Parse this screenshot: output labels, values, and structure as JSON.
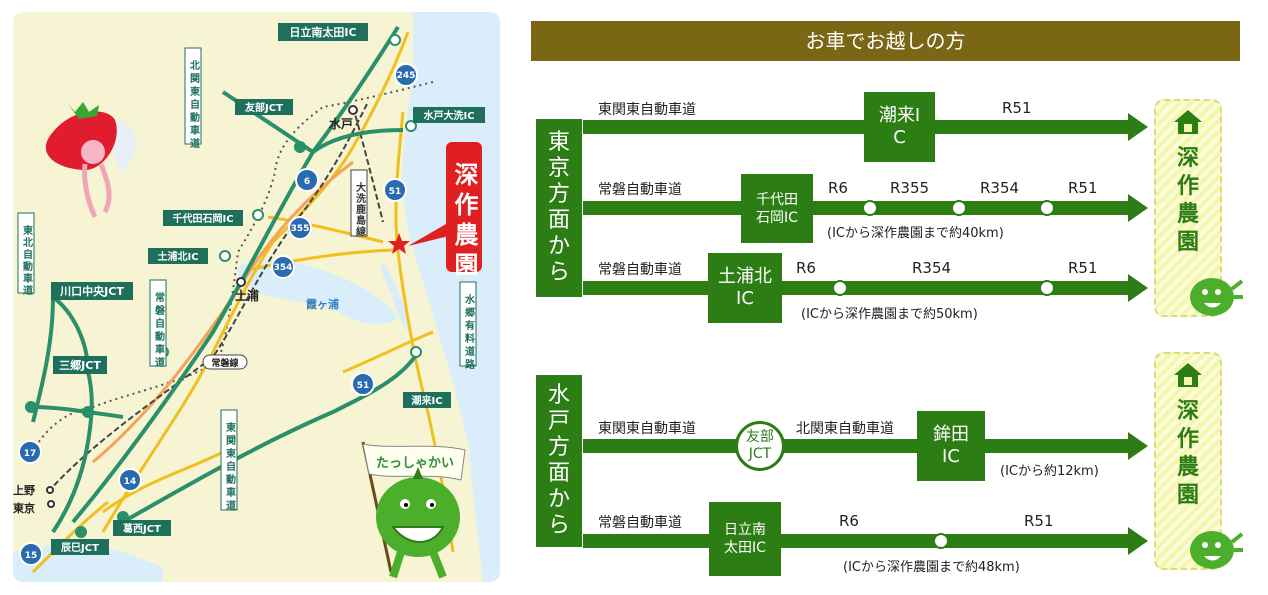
{
  "colors": {
    "green": "#2d7d15",
    "title_bar": "#7a6615",
    "sea": "#d9eefa",
    "land": "#f6f4d2",
    "expressway": "#2a8f6a",
    "road_yellow": "#f0c020",
    "road_orange": "#f3a35a",
    "rail": "#444444",
    "dest_red": "#e02020"
  },
  "map": {
    "farm_label": "深作農園",
    "route_245": "245",
    "route_6": "6",
    "route_51a": "51",
    "route_51b": "51",
    "route_355": "355",
    "route_354": "354",
    "route_17": "17",
    "route_14": "14",
    "route_15": "15",
    "labels": {
      "hitachi_minami_ota_ic": "日立南太田IC",
      "kita_kanto": "北関東自動車道",
      "tomobe_jct": "友部JCT",
      "mito": "水戸",
      "mito_oarai_ic": "水戸大洗IC",
      "oarai_kashima": "大洗鹿島線",
      "chiyoda_ishioka_ic": "千代田石岡IC",
      "tohoku": "東北自動車道",
      "tsuchiura_kita_ic": "土浦北IC",
      "tsuchiura": "土浦",
      "kawaguchi_jct": "川口中央JCT",
      "joban_expwy": "常磐自動車道",
      "kasumigaura": "霞ヶ浦",
      "suigo": "水郷有料道路",
      "misato_jct": "三郷JCT",
      "joban_line": "常磐線",
      "itako_ic": "潮来IC",
      "higashi_kanto": "東関東自動車道",
      "ueno": "上野",
      "tokyo": "東京",
      "kasai_jct": "葛西JCT",
      "tatsumi_jct": "辰巳JCT",
      "banner": "たっしゃかい"
    }
  },
  "panel": {
    "title": "お車でお越しの方",
    "from_tokyo": "東京方面から",
    "from_mito": "水戸方面から",
    "destination": "深作農園",
    "tokyo_routes": [
      {
        "highway": "東関東自動車道",
        "ic": "潮来IC",
        "roads": [
          "R51"
        ]
      },
      {
        "highway": "常磐自動車道",
        "ic": "千代田石岡IC",
        "roads": [
          "R6",
          "R355",
          "R354",
          "R51"
        ],
        "note": "(ICから深作農園まで約40km)"
      },
      {
        "highway": "常磐自動車道",
        "ic": "土浦北IC",
        "roads": [
          "R6",
          "R354",
          "R51"
        ],
        "note": "(ICから深作農園まで約50km)"
      }
    ],
    "mito_routes": [
      {
        "highway": "東関東自動車道",
        "jct": "友部JCT",
        "highway2": "北関東自動車道",
        "ic": "鉾田IC",
        "note": "(ICから約12km)"
      },
      {
        "highway": "常磐自動車道",
        "ic": "日立南太田IC",
        "roads": [
          "R6",
          "R51"
        ],
        "note": "(ICから深作農園まで約48km)"
      }
    ]
  }
}
